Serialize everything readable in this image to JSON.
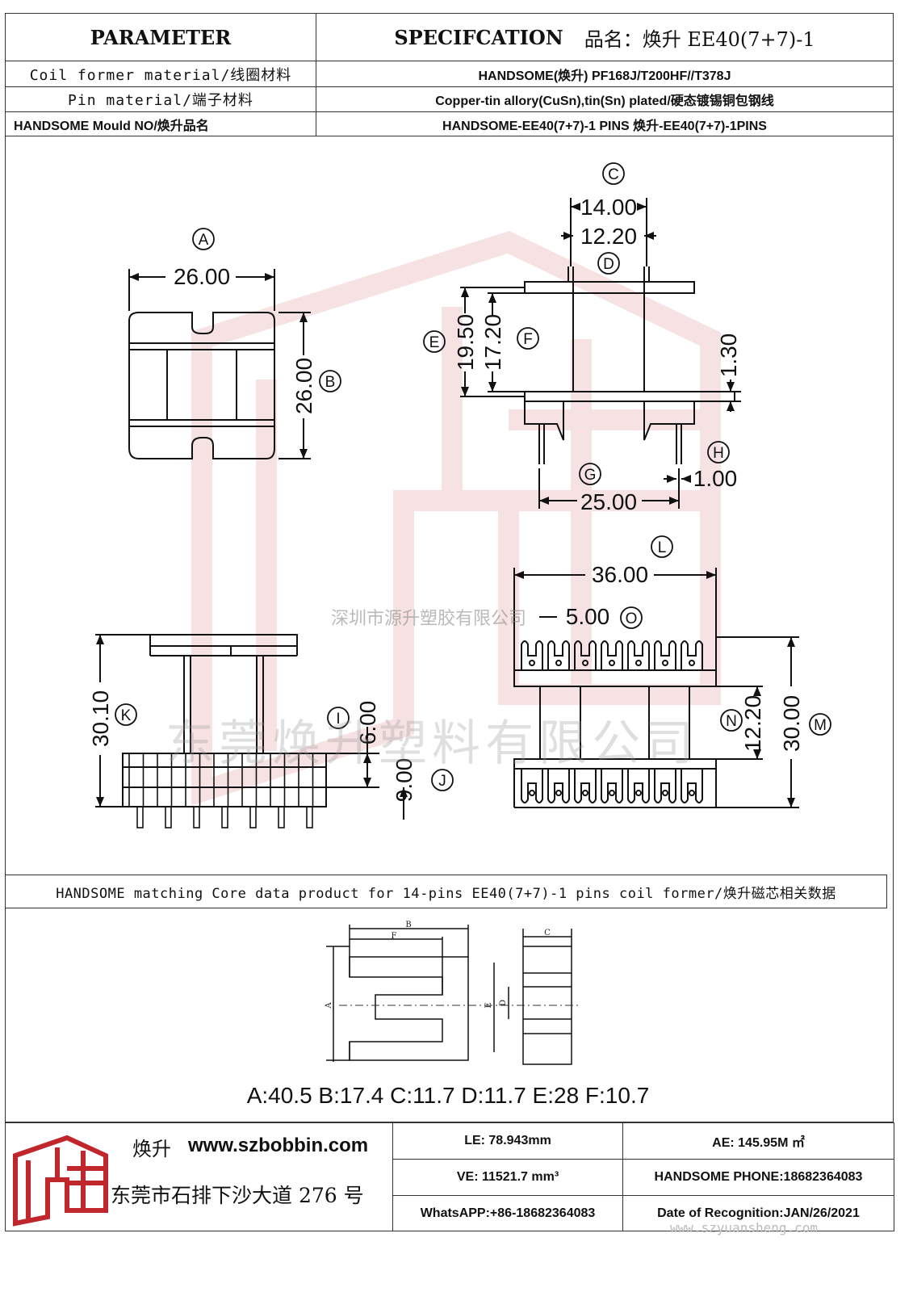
{
  "header": {
    "left": "PARAMETER",
    "spec_label": "SPECIFCATION",
    "product_name": "品名：焕升 EE40(7+7)-1"
  },
  "rows": [
    {
      "label": "Coil former material/线圈材料",
      "value": "HANDSOME(焕升)  PF168J/T200HF//T378J"
    },
    {
      "label": "Pin material/端子材料",
      "value": "Copper-tin allory(CuSn),tin(Sn) plated/硬态镀锡铜包钢线"
    },
    {
      "label": "HANDSOME Mould NO/焕升品名",
      "value": "HANDSOME-EE40(7+7)-1 PINS    焕升-EE40(7+7)-1PINS"
    }
  ],
  "dimensions": {
    "A": "26.00",
    "B": "26.00",
    "C": "14.00",
    "D": "12.20",
    "E": "19.50",
    "F": "17.20",
    "G": "25.00",
    "H": "1.00",
    "I": "6.00",
    "J": "9.00",
    "K": "30.10",
    "L": "36.00",
    "M": "30.00",
    "N": "12.20",
    "O": "5.00",
    "thickness": "1.30"
  },
  "circle_labels": {
    "A": "A",
    "B": "B",
    "C": "C",
    "D": "D",
    "E": "E",
    "F": "F",
    "G": "G",
    "H": "H",
    "I": "I",
    "J": "J",
    "K": "K",
    "L": "L",
    "M": "M",
    "N": "N",
    "O": "O"
  },
  "core_section": {
    "title": "HANDSOME matching Core data  product for 14-pins EE40(7+7)-1 pins coil former/焕升磁芯相关数据",
    "diagram_labels": {
      "A": "A",
      "B": "B",
      "C": "C",
      "D": "D",
      "E": "E",
      "F": "F"
    },
    "values": "A:40.5 B:17.4 C:11.7 D:11.7 E:28 F:10.7"
  },
  "watermarks": {
    "company_small": "深圳市源升塑胶有限公司",
    "company_big": "东莞焕升塑料有限公司",
    "url": "www.szyuansheng.com"
  },
  "footer": {
    "brand": "焕升",
    "website": "www.szbobbin.com",
    "address": "东莞市石排下沙大道 276 号",
    "le": "LE: 78.943mm",
    "ae": "AE: 145.95M ㎡",
    "ve": "VE: 11521.7 mm³",
    "phone": "HANDSOME PHONE:18682364083",
    "whatsapp": "WhatsAPP:+86-18682364083",
    "date": "Date of Recognition:JAN/26/2021"
  },
  "colors": {
    "logo_red": "#c0262c",
    "line": "#111111",
    "grid": "#333333"
  }
}
